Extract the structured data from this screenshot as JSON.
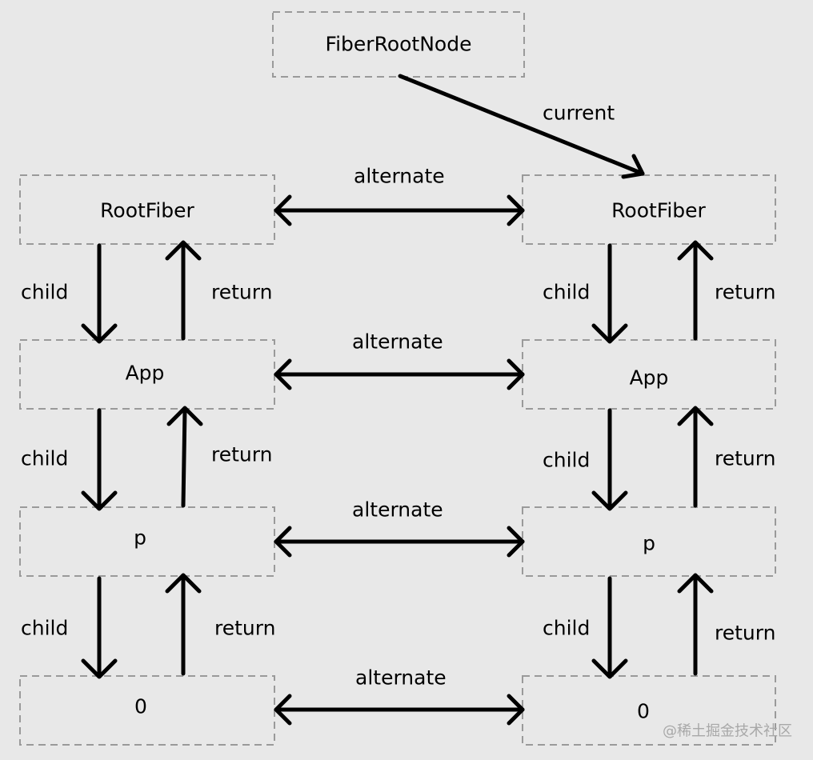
{
  "nodes": {
    "fiber_root_node": "FiberRootNode",
    "left_root_fiber": "RootFiber",
    "right_root_fiber": "RootFiber",
    "left_app": "App",
    "right_app": "App",
    "left_p": "p",
    "right_p": "p",
    "left_zero": "0",
    "right_zero": "0"
  },
  "edges": {
    "current": "current",
    "alternate": [
      "alternate",
      "alternate",
      "alternate",
      "alternate"
    ],
    "left_child": [
      "child",
      "child",
      "child"
    ],
    "left_return": [
      "return",
      "return",
      "return"
    ],
    "right_child": [
      "child",
      "child",
      "child"
    ],
    "right_return": [
      "return",
      "return",
      "return"
    ]
  },
  "watermark": "@稀土掘金技术社区"
}
